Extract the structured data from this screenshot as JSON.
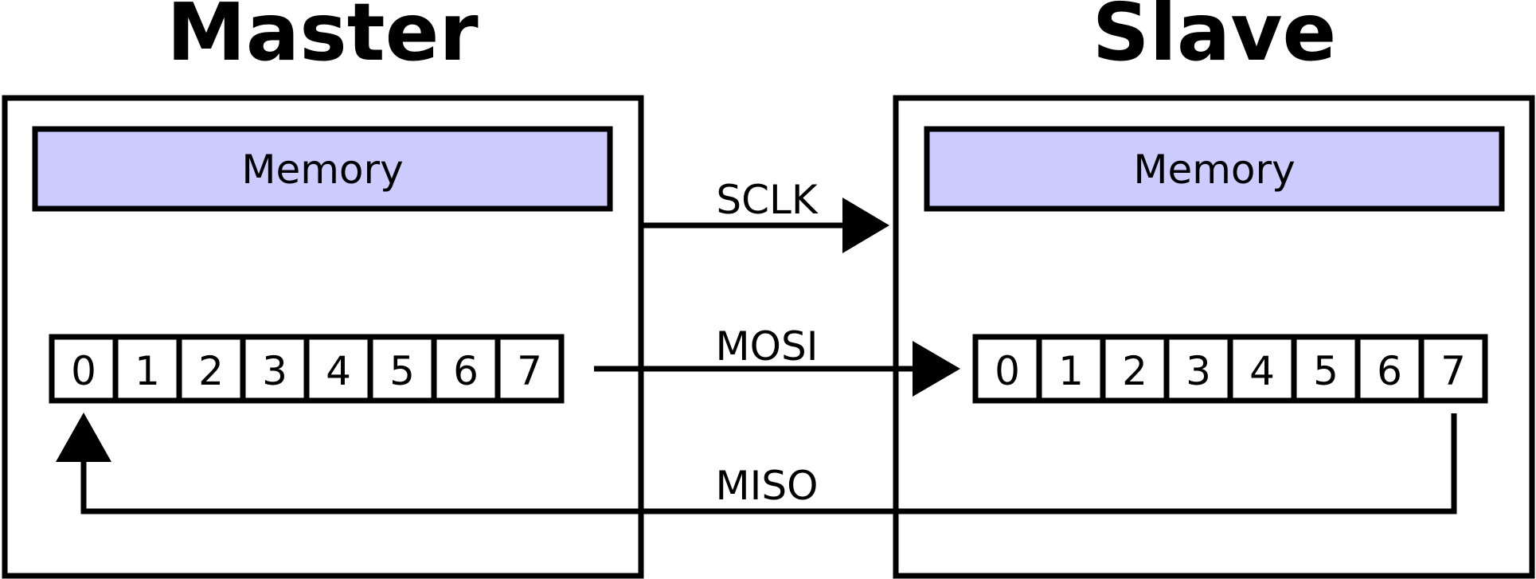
{
  "master": {
    "title": "Master",
    "memory_label": "Memory",
    "register_bits": [
      "0",
      "1",
      "2",
      "3",
      "4",
      "5",
      "6",
      "7"
    ]
  },
  "slave": {
    "title": "Slave",
    "memory_label": "Memory",
    "register_bits": [
      "0",
      "1",
      "2",
      "3",
      "4",
      "5",
      "6",
      "7"
    ]
  },
  "signals": {
    "sclk": "SCLK",
    "mosi": "MOSI",
    "miso": "MISO"
  },
  "colors": {
    "memory_fill": "#ccccff",
    "stroke": "#000000"
  }
}
